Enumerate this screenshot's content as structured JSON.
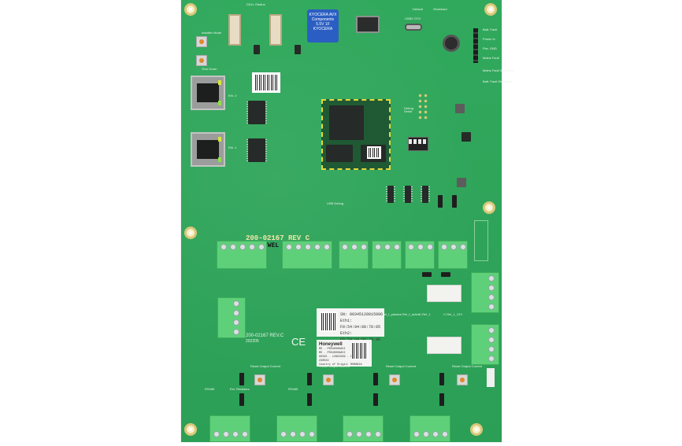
{
  "image": {
    "subject": "Green printed circuit board (controller board) on white background",
    "board": {
      "revision_silkscreen": "200-02167 REV C",
      "revision_silkscreen_small": "200-02167 REV.C",
      "date_code": "202205",
      "partial_brand_silkscreen": "YWEL",
      "ce_mark": "CE"
    },
    "capacitor": {
      "brand_line1": "KYOCERA AVX",
      "brand_line2": "Components",
      "rating": "5.5V 1F",
      "brand_footer": "KYOCERA"
    },
    "labels_silkscreen": {
      "ddr_header": "DDLL Radius",
      "button_top": "Installer Mode",
      "button_second": "Shut Down",
      "eth2": "Eth. 2",
      "eth1": "Eth. 1",
      "jumper_default": "Default",
      "jumper_shutdown": "Shutdown",
      "usb_otg": "USB2 OTG",
      "debug_serial": "Debug Serial",
      "usb_debug": "USB Debug",
      "p_power_labels": [
        "Batt. Fault",
        "Power In",
        "Pwr. GND",
        "Mains Fault",
        "Mains Fault Shutdown",
        "Batt. Fault Shutdown"
      ],
      "relay_labels": [
        "Rel_f_passive",
        "Rel_f_active",
        "C-Rel_1",
        "C-Rel_1_12V"
      ],
      "output_labels": [
        "Reset Output Current",
        "Reset Output Current",
        "Reset Output Current",
        "Reset Output Current"
      ],
      "ext_resistors": "Ext. Resistors",
      "rs485": [
        "RS485",
        "RS485"
      ]
    },
    "serial_label": {
      "sn": "SN:  00345128015996",
      "eth1": "Eth1: F0:54:94:08:78:05",
      "eth2": "Eth2: F0:54:94:08:78:06"
    },
    "honeywell_label": {
      "brand": "Honeywell",
      "line1": "MS - PRO40008A5I",
      "line2": "MS - PRO40008A5I",
      "line3": "00345 - 12861589 - 6",
      "line4": "230502",
      "origin": "Country of Origin: ROMANIA"
    },
    "colors": {
      "pcb_green": "#2fa55a",
      "terminal_green": "#5fd07a",
      "mounting_hole": "#d9c77a",
      "silkscreen": "#e9f3e6",
      "background": "#ffffff"
    }
  }
}
